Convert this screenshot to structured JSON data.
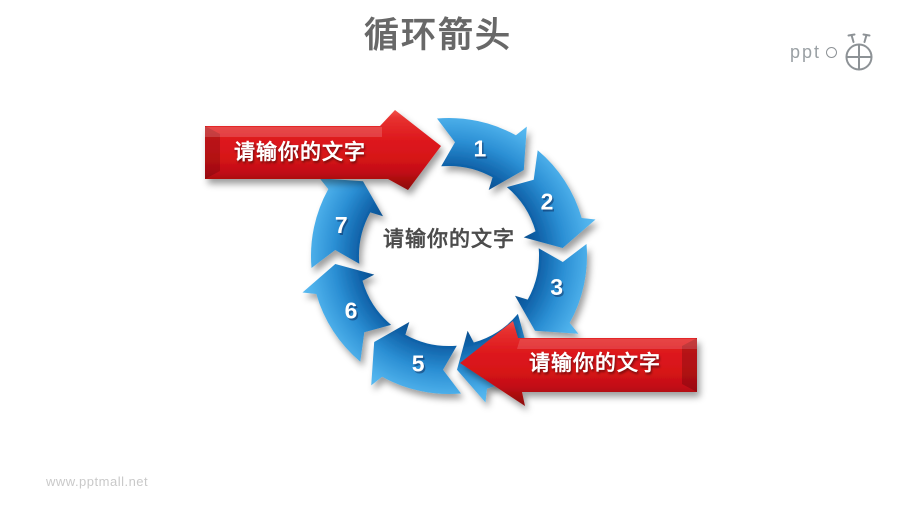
{
  "header": {
    "title": "循环箭头",
    "logo": {
      "text": "ppt",
      "icon": "compass-clock-icon"
    }
  },
  "diagram": {
    "type": "cycle-arrows",
    "direction": "clockwise",
    "center_label": "请输你的文字",
    "cycle_segments": [
      {
        "label": "1",
        "hidden": false
      },
      {
        "label": "2",
        "hidden": false
      },
      {
        "label": "3",
        "hidden": false
      },
      {
        "label": "",
        "hidden": true
      },
      {
        "label": "5",
        "hidden": false
      },
      {
        "label": "6",
        "hidden": false
      },
      {
        "label": "7",
        "hidden": false
      }
    ],
    "banners": [
      {
        "position": "top-left",
        "points": "right",
        "label": "请输你的文字"
      },
      {
        "position": "bottom-right",
        "points": "left",
        "label": "请输你的文字"
      }
    ],
    "colors": {
      "arrow_blue_light": "#63c2f5",
      "arrow_blue_mid": "#2b8fd4",
      "arrow_blue_dark": "#0e5fa6",
      "arrow_blue_deep": "#0a4a85",
      "banner_red": "#de1a1e",
      "banner_red_dark": "#8a090c",
      "number_text": "#ffffff"
    }
  },
  "footer": {
    "watermark": "www.pptmall.net"
  }
}
